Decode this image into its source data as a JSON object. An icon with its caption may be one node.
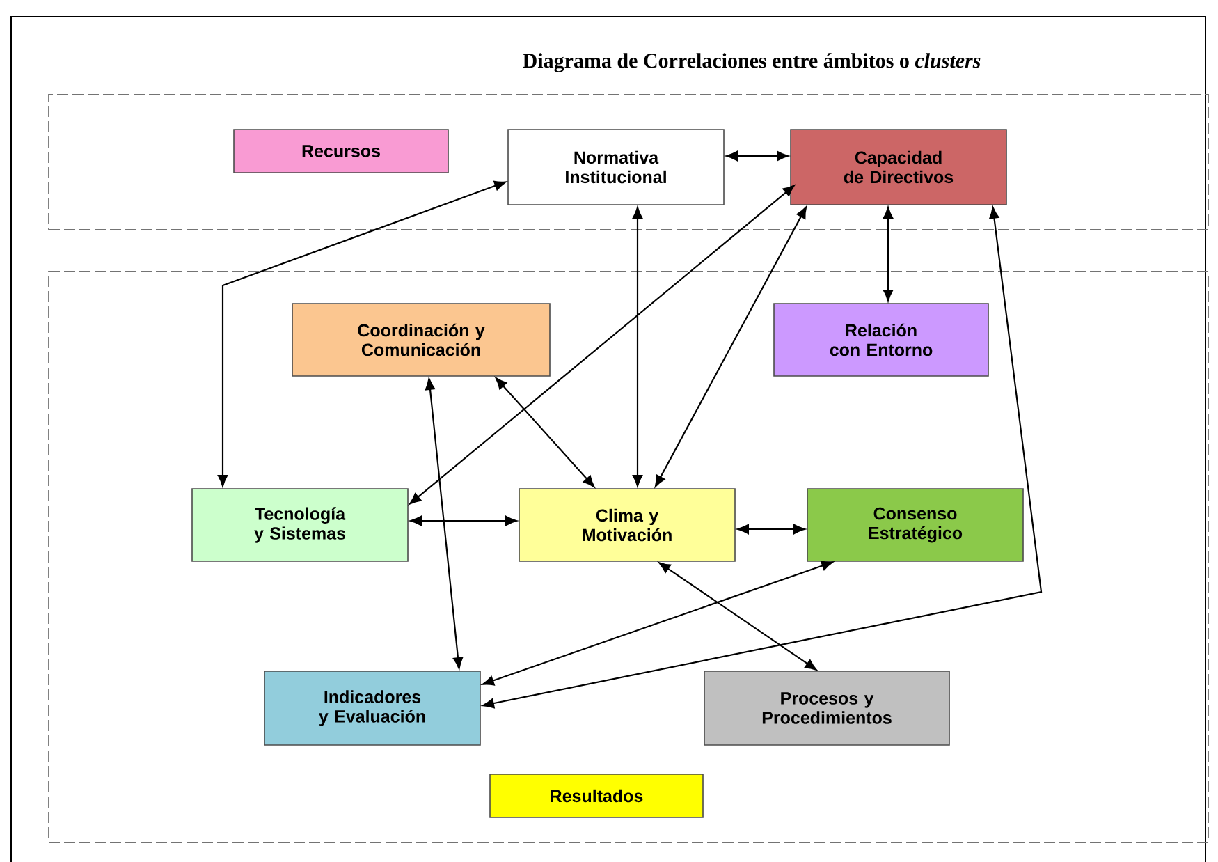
{
  "diagram": {
    "title": "Diagrama de Correlaciones entre ámbitos o *clusters*",
    "nodes": [
      {
        "text": [],
        "shape": "box"
      },
      {
        "text": [
          "Recursos"
        ],
        "in": 0
      },
      {
        "text": [
          "Normativa Institucional"
        ],
        "in": 0
      },
      {
        "text": [
          "Capacidad de Directivos"
        ],
        "in": 0
      },
      {
        "text": [],
        "shape": "box"
      },
      {
        "text": [
          "Coordinación y Comunicación"
        ],
        "in": 4
      },
      {
        "text": [
          "Relación con Entorno"
        ],
        "in": 4
      },
      {
        "text": [
          "Tecnología y Sistemas"
        ],
        "in": 4
      },
      {
        "text": [
          "Clima y Motivación"
        ],
        "in": 4
      },
      {
        "text": [
          "Consenso Estratégico"
        ],
        "in": 4
      },
      {
        "text": [
          "Indicadores y Evaluación"
        ],
        "in": 4
      },
      {
        "text": [
          "Procesos y Procedimientos"
        ],
        "in": 4
      },
      {
        "text": [
          "Resultados"
        ],
        "in": 4
      }
    ],
    "edges": [
      {
        "from": 2,
        "to": 3,
        "arrow": "both"
      },
      {
        "from": 7,
        "to": 2,
        "arrow": "both"
      },
      {
        "from": 2,
        "to": 8,
        "arrow": "both"
      },
      {
        "from": 3,
        "to": 7,
        "arrow": "both"
      },
      {
        "from": 3,
        "to": 8,
        "arrow": "both"
      },
      {
        "from": 3,
        "to": 6,
        "arrow": "both"
      },
      {
        "from": 3,
        "to": 10,
        "arrow": "both"
      },
      {
        "from": 5,
        "to": 8,
        "arrow": "both"
      },
      {
        "from": 5,
        "to": 10,
        "arrow": "both"
      },
      {
        "from": 7,
        "to": 8,
        "arrow": "both"
      },
      {
        "from": 8,
        "to": 9,
        "arrow": "both"
      },
      {
        "from": 9,
        "to": 10,
        "arrow": "both"
      },
      {
        "from": 8,
        "to": 11,
        "arrow": "both"
      }
    ]
  }
}
